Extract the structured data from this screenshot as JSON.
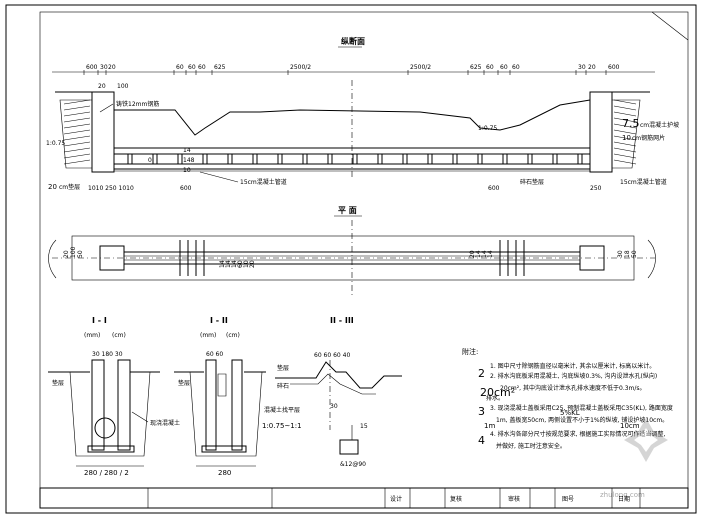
{
  "views": {
    "longitudinal": {
      "title": "纵断面",
      "top_dims": [
        "600",
        "30",
        "20",
        "60",
        "60",
        "60",
        "625",
        "2500/2",
        "2500/2",
        "625",
        "60",
        "60",
        "60",
        "30",
        "20",
        "600"
      ],
      "labels": {
        "grate12": "铸铁12mm钢筋",
        "slope_left": "1:0.75",
        "slope_right": "1:0.75",
        "pipe15_left": "15cm混凝土管道",
        "pipe15_right": "15cm混凝土管道",
        "note_75": "7.5",
        "note_75_text": "cm混凝土护坡",
        "note_10": "10",
        "note_10_text": "cm钢筋网片",
        "mark_20": "20",
        "mark_20_text": "cm垫层",
        "backfill": "碎石垫层",
        "bottom_left": "1010 250 1010",
        "dim_600a": "600",
        "dim_600b": "600",
        "dim_250": "250",
        "dim_100": "100",
        "dim_20": "20",
        "v_148": "148",
        "v_14": "14",
        "v_0": "0",
        "v_10": "10"
      }
    },
    "plan": {
      "title": "平  面",
      "left_nums": [
        "14",
        "14",
        "14",
        "60",
        "10",
        "20"
      ],
      "right_nums": [
        "20",
        "14",
        "14",
        "14"
      ],
      "rnums2": [
        "30",
        "18",
        "50"
      ],
      "lnums2": [
        "20",
        "100",
        "50"
      ]
    },
    "sec1": {
      "title": "I - I",
      "sub": [
        "(mm)",
        "(cm)"
      ],
      "dims_top": "30 180 30",
      "bottom": "280 / 280 / 2",
      "lbl_left": "垫层",
      "lbl_right": "现浇混凝土"
    },
    "sec2": {
      "title": "I - II",
      "sub": [
        "(mm)",
        "(cm)"
      ],
      "dims_top": "60 60",
      "bottom": "280",
      "lbl_left": "垫层"
    },
    "sec3": {
      "title": "II - III",
      "dims_top": "60 60 60 40",
      "lbl_a": "垫层",
      "lbl_b": "碎石",
      "lbl_c": "混凝土找平层",
      "ratio": "1:0.75~1:1",
      "v30": "30",
      "v15": "15",
      "rebar": "&12@90"
    }
  },
  "notes": {
    "heading": "附注:",
    "lines": [
      "1. 图中尺寸除钢筋直径以毫米计, 其余以厘米计, 标高以米计。",
      "2. 排水沟底板采用混凝土, 沟底纵坡0.3%, 沟内设泄水孔(纵向)",
      "20cm², 其中沟底设计泄水孔排水速度不低于0.3m/s。",
      "排水。",
      "3. 现浇混凝土盖板采用C25, 预制混凝土盖板采用C35(KL), 路面宽度",
      "1m, 盖板宽50cm, 两侧设置不小于1%的纵坡, 铺设护坡10cm。",
      "4. 排水沟各部分尺寸按规范要求, 根据施工实际情况可作适当调整,",
      "并做好, 施工时注意安全。"
    ],
    "num2": "2",
    "num3": "3",
    "num4": "4",
    "cm20": "20cm²",
    "cm1": "1m",
    "c25": "5%KL",
    "c10": "10cm"
  },
  "title_block": {
    "cells": [
      "设计",
      "复核",
      "审核",
      "图号",
      "日期"
    ]
  },
  "watermark": {
    "text": "zhulong.com"
  }
}
